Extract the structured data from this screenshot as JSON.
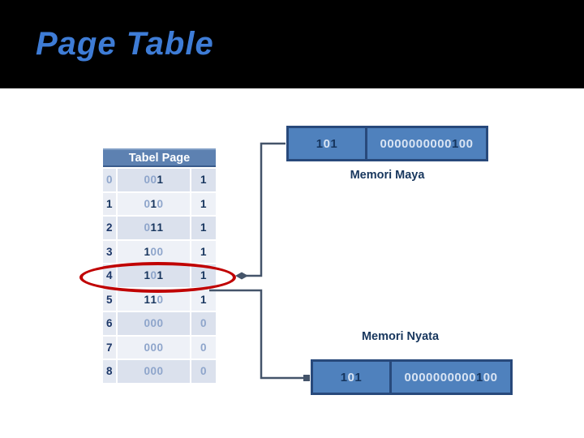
{
  "slide_title": "Page Table",
  "page_table": {
    "header": "Tabel Page",
    "rows": [
      {
        "index": "0",
        "frame": "001",
        "valid": "1"
      },
      {
        "index": "1",
        "frame": "010",
        "valid": "1"
      },
      {
        "index": "2",
        "frame": "011",
        "valid": "1"
      },
      {
        "index": "3",
        "frame": "100",
        "valid": "1"
      },
      {
        "index": "4",
        "frame": "101",
        "valid": "1",
        "highlighted": true
      },
      {
        "index": "5",
        "frame": "110",
        "valid": "1"
      },
      {
        "index": "6",
        "frame": "000",
        "valid": "0"
      },
      {
        "index": "7",
        "frame": "000",
        "valid": "0"
      },
      {
        "index": "8",
        "frame": "000",
        "valid": "0"
      }
    ]
  },
  "virtual_memory": {
    "label": "Memori Maya",
    "page_bits": "101",
    "address_bits": "0000000000100"
  },
  "real_memory": {
    "label": "Memori Nyata",
    "frame_bits": "101",
    "address_bits": "0000000000100"
  },
  "colors": {
    "title_text": "#3e7cd6",
    "title_band_bg": "#000000",
    "table_header_bg": "#5d81b1",
    "table_row_even_bg": "#dbe1ed",
    "table_row_odd_bg": "#eef1f7",
    "table_text": "#1c3768",
    "box_fill": "#4f81bd",
    "box_border": "#28497b",
    "digit_one": "#16355e",
    "digit_zero_on_blue": "#d9e4f3",
    "connector": "#44546a",
    "highlight_ellipse": "#c00000"
  }
}
